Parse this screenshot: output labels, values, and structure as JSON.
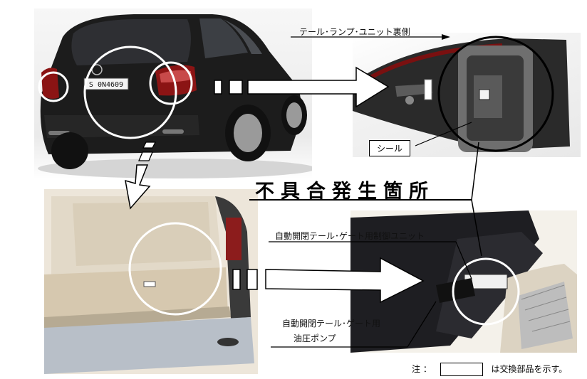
{
  "car": {
    "plate": "S 0N4609"
  },
  "labels": {
    "tail_lamp_back": "テール･ランプ･ユニット裏側",
    "seal": "シール",
    "defect_location": "不具合発生箇所",
    "control_unit": "自動開閉テール･ゲート用制御ユニット",
    "pump_line1": "自動開閉テール･ゲート用",
    "pump_line2": "油圧ポンプ"
  },
  "note": {
    "prefix": "注 ：",
    "suffix": "は交換部品を示す。"
  },
  "colors": {
    "car_body": "#1a1a1a",
    "tail_lamp": "#8b1414",
    "trunk_carpet": "#d8cbb5",
    "bumper": "#b8bfc8"
  },
  "icons": [
    "arrow-right-icon",
    "arrow-down-icon"
  ]
}
